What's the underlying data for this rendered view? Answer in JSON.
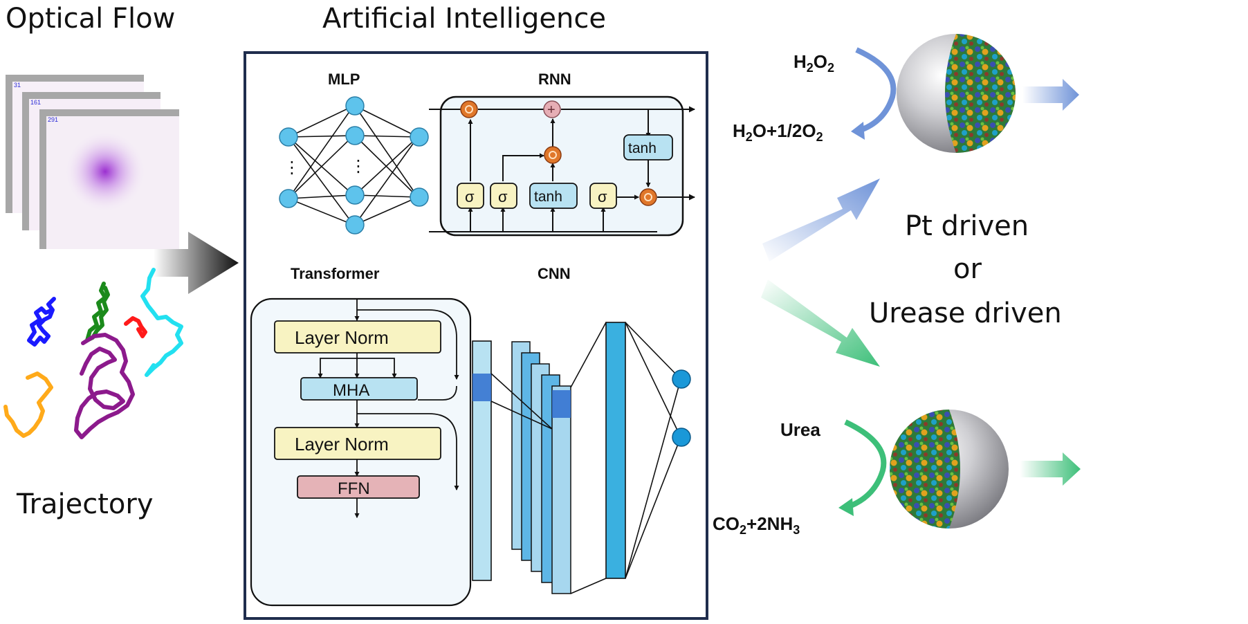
{
  "titles": {
    "optical_flow": "Optical Flow",
    "artificial_intelligence": "Artificial Intelligence",
    "trajectory": "Trajectory"
  },
  "frame_labels": [
    "31",
    "161",
    "291"
  ],
  "nn": {
    "mlp": "MLP",
    "rnn": "RNN",
    "transformer": "Transformer",
    "cnn": "CNN",
    "sigma": "σ",
    "tanh": "tanh",
    "plus": "+",
    "dots": "⋮",
    "layer_norm": "Layer Norm",
    "mha": "MHA",
    "ffn": "FFN"
  },
  "reactions": {
    "h2o2": "H2O2",
    "h2o_o2": "H2O+1/2O2",
    "urea": "Urea",
    "co2_nh3": "CO2+2NH3"
  },
  "drivers": {
    "pt": "Pt driven",
    "or": "or",
    "urease": "Urease driven"
  },
  "colors": {
    "frame_border": "#1f2d4d",
    "node_blue": "#5ec3ec",
    "gate_yellow": "#f8f3c2",
    "tanh_blue": "#b8e2f2",
    "op_orange": "#e0772a",
    "plus_pink": "#e6aeb5",
    "ffn_pink": "#e5b3b7",
    "pt_arrow": "#6f93d8",
    "urease_arrow": "#3dbf79",
    "trajectory_colors": [
      "#1a1aff",
      "#1b8a1b",
      "#ff1a1a",
      "#22e0f0",
      "#ffaa1a",
      "#8c1a8c"
    ]
  }
}
